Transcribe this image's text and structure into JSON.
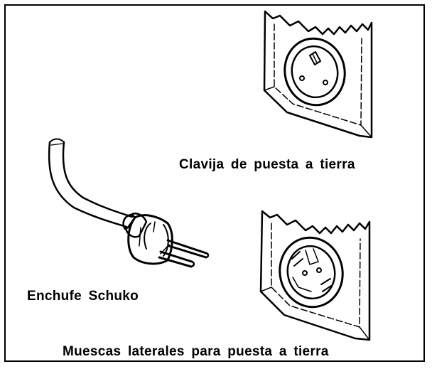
{
  "labels": {
    "earth_pin_socket": "Clavija de puesta a tierra",
    "schuko_plug": "Enchufe Schuko",
    "side_notches_socket": "Muescas laterales para puesta a tierra"
  }
}
